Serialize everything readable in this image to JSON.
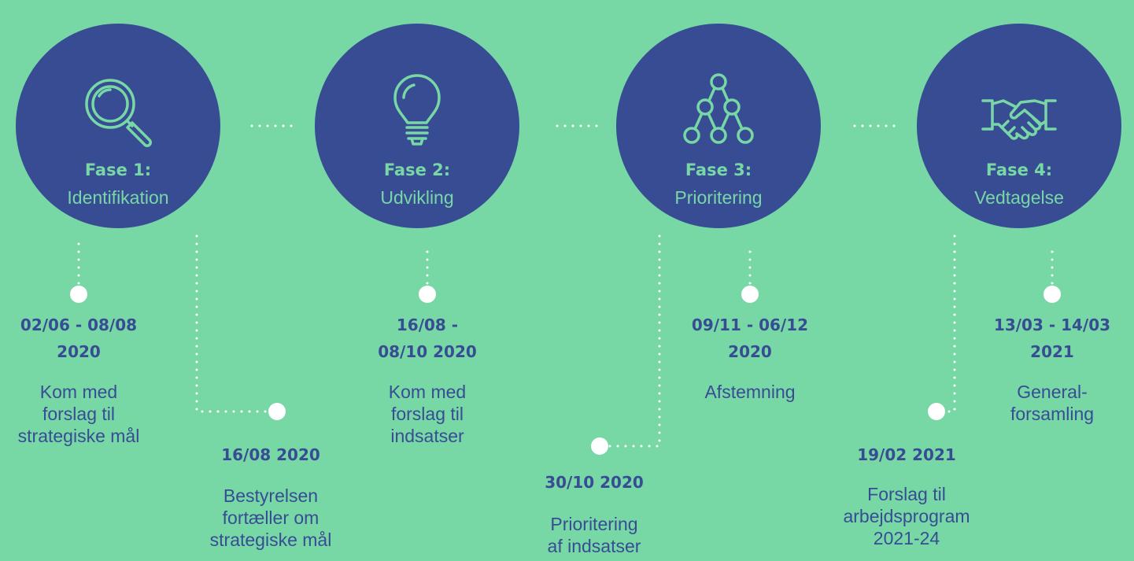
{
  "colors": {
    "background": "#77d8a6",
    "circle": "#384c94",
    "accent_text": "#77d8a6",
    "dot": "#ffffff"
  },
  "phases": [
    {
      "title": "Fase 1:",
      "name": "Identifikation",
      "icon": "magnifier-icon"
    },
    {
      "title": "Fase 2:",
      "name": "Udvikling",
      "icon": "lightbulb-icon"
    },
    {
      "title": "Fase 3:",
      "name": "Prioritering",
      "icon": "hierarchy-icon"
    },
    {
      "title": "Fase 4:",
      "name": "Vedtagelse",
      "icon": "handshake-icon"
    }
  ],
  "milestones": [
    {
      "date": [
        "02/06 - 08/08",
        "2020"
      ],
      "desc": [
        "Kom med",
        "forslag til",
        "strategiske mål"
      ]
    },
    {
      "date": [
        "16/08 2020"
      ],
      "desc": [
        "Bestyrelsen",
        "fortæller om",
        "strategiske mål"
      ]
    },
    {
      "date": [
        "16/08 -",
        "08/10 2020"
      ],
      "desc": [
        "Kom med",
        "forslag til",
        "indsatser"
      ]
    },
    {
      "date": [
        "30/10 2020"
      ],
      "desc": [
        "Prioritering",
        "af indsatser"
      ]
    },
    {
      "date": [
        "09/11 - 06/12",
        "2020"
      ],
      "desc": [
        "Afstemning"
      ]
    },
    {
      "date": [
        "19/02 2021"
      ],
      "desc": [
        "Forslag til",
        "arbejdsprogram",
        "2021-24"
      ]
    },
    {
      "date": [
        "13/03 - 14/03",
        "2021"
      ],
      "desc": [
        "General-",
        "forsamling"
      ]
    }
  ]
}
